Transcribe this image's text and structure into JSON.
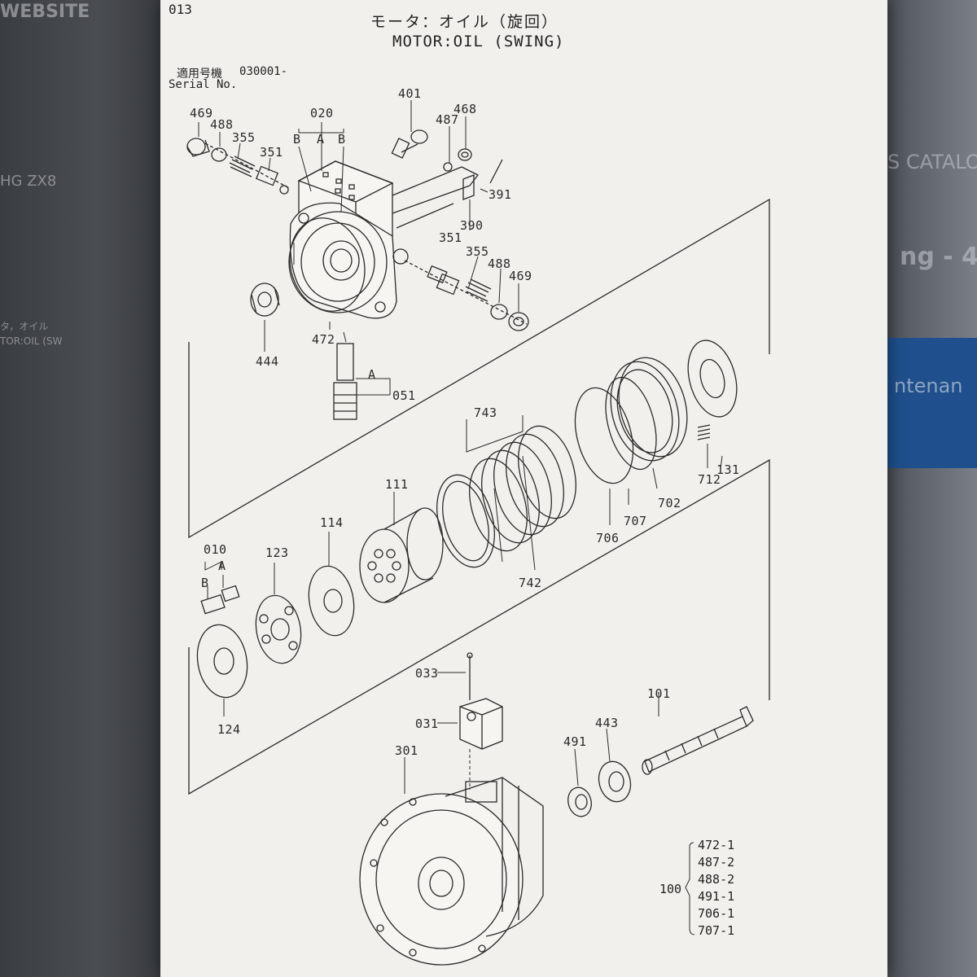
{
  "page": {
    "number": "013",
    "title_jp": "モータ：オイル（旋回）",
    "title_en": "MOTOR:OIL (SWING)",
    "serial_label_jp": "適用号機",
    "serial_label_en": "Serial No.",
    "serial_value": "030001-"
  },
  "background": {
    "fragments": [
      "WEBSITE",
      "S CATALO",
      "HG ZX8",
      "ng - 4",
      "ntenan",
      "タ，オイル",
      "TOR:OIL (SW"
    ]
  },
  "parts": {
    "p469a": "469",
    "p488a": "488",
    "p355a": "355",
    "p351a": "351",
    "p020": "020",
    "pB1": "B",
    "pA1": "A",
    "pB2": "B",
    "p401": "401",
    "p487": "487",
    "p468": "468",
    "p391": "391",
    "p390": "390",
    "p351b": "351",
    "p355b": "355",
    "p488b": "488",
    "p469b": "469",
    "p444": "444",
    "p472": "472",
    "pA2": "A",
    "p051": "051",
    "p743": "743",
    "p111": "111",
    "p114": "114",
    "p010": "010",
    "pA3": "A",
    "pB3": "B",
    "p123": "123",
    "p124": "124",
    "p742": "742",
    "p706": "706",
    "p707": "707",
    "p702": "702",
    "p712": "712",
    "p131": "131",
    "p033": "033",
    "p031": "031",
    "p101": "101",
    "p443": "443",
    "p491": "491",
    "p301": "301"
  },
  "kit": {
    "number": "100",
    "items": [
      "472-1",
      "487-2",
      "488-2",
      "491-1",
      "706-1",
      "707-1"
    ]
  },
  "colors": {
    "paper": "#f1f0ec",
    "ink": "#2a2a2a",
    "screen": "#2d3036",
    "band": "#1f4f8c"
  }
}
